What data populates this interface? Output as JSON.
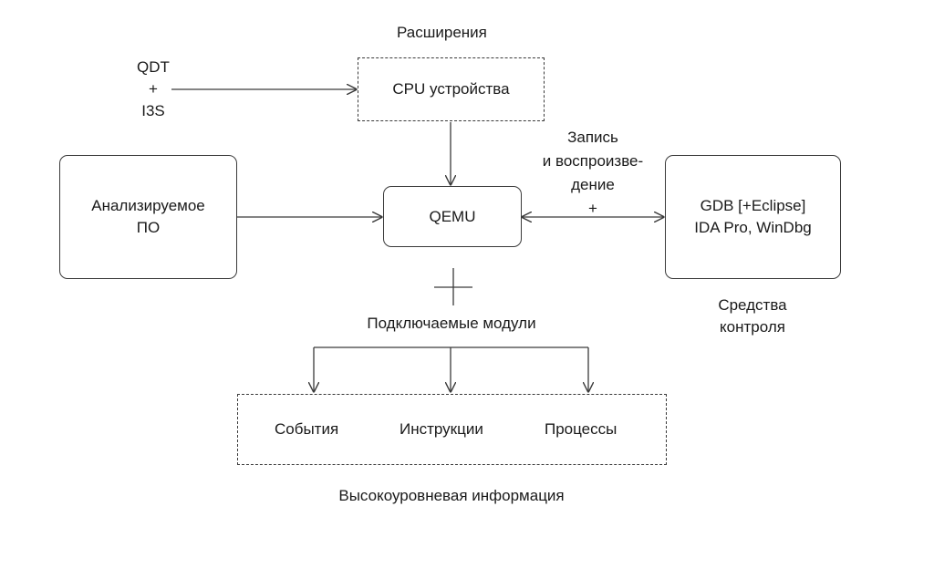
{
  "extensions": {
    "title": "Расширения",
    "box": "CPU устройства"
  },
  "qdt": {
    "line1": "QDT",
    "line2": "+",
    "line3": "I3S"
  },
  "analyzed": {
    "line1": "Анализируемое",
    "line2": "ПО"
  },
  "qemu": {
    "label": "QEMU"
  },
  "record": {
    "line1": "Запись",
    "line2": "и воспроизве-",
    "line3": "дение",
    "line4": "+"
  },
  "debuggers": {
    "line1": "GDB [+Eclipse]",
    "line2": "IDA Pro, WinDbg"
  },
  "control": {
    "line1": "Средства",
    "line2": "контроля"
  },
  "plugins": {
    "title": "Подключаемые модули"
  },
  "highlevel": {
    "items": [
      "События",
      "Инструкции",
      "Процессы"
    ],
    "title": "Высокоуровневая информация"
  }
}
